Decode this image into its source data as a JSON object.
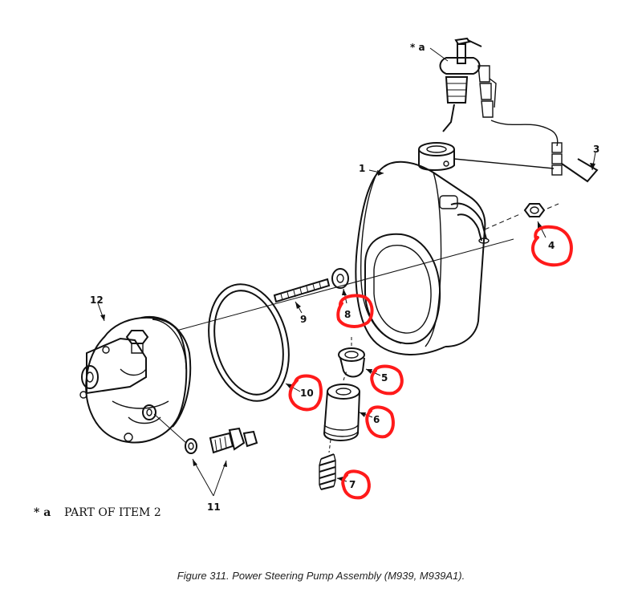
{
  "figure": {
    "caption": "Figure 311.  Power Steering Pump Assembly (M939, M939A1).",
    "note_marker": "* a",
    "note_text": "PART OF ITEM 2"
  },
  "callouts": {
    "item_1": "1",
    "item_3": "3",
    "item_4": "4",
    "item_5": "5",
    "item_6": "6",
    "item_7": "7",
    "item_8": "8",
    "item_9": "9",
    "item_10": "10",
    "item_11": "11",
    "item_12": "12",
    "item_a": "* a"
  },
  "highlight_color": "#ff1a1a"
}
